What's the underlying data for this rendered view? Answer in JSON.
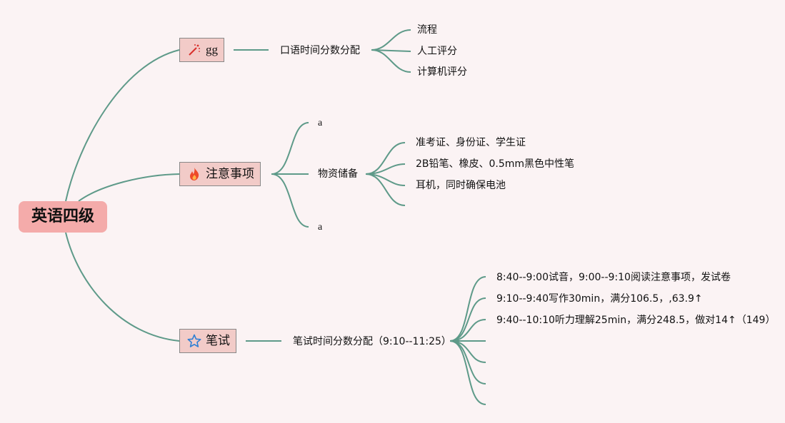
{
  "root": {
    "label": "英语四级"
  },
  "branches": [
    {
      "label": "gg",
      "icon": "magic-wand-icon",
      "sub": {
        "label": "口语时间分数分配",
        "children": [
          "流程",
          "人工评分",
          "计算机评分"
        ]
      }
    },
    {
      "label": "注意事项",
      "icon": "fire-icon",
      "sub_top": "a",
      "sub": {
        "label": "物资储备",
        "children": [
          "准考证、身份证、学生证",
          "2B铅笔、橡皮、0.5mm黑色中性笔",
          "耳机，同时确保电池",
          ""
        ]
      },
      "sub_bottom": "a"
    },
    {
      "label": "笔试",
      "icon": "star-icon",
      "sub": {
        "label": "笔试时间分数分配（9:10--11:25）",
        "children": [
          "8:40--9:00试音，9:00--9:10阅读注意事项，发试卷",
          "9:10--9:40写作30min，满分106.5，,63.9↑",
          "9:40--10:10听力理解25min，满分248.5，做对14↑（149）",
          "",
          "",
          "",
          ""
        ]
      }
    }
  ],
  "colors": {
    "line": "#5e9a89",
    "root": "#f4abaa",
    "branch": "#f2cbc8",
    "background": "#fbf3f4"
  }
}
